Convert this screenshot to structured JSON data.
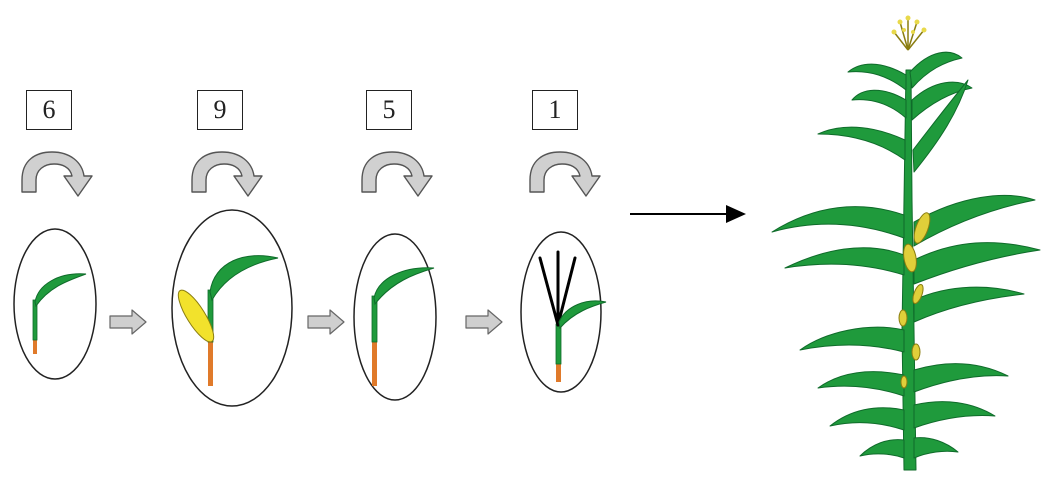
{
  "phytomer_counts": [
    {
      "count": "6"
    },
    {
      "count": "9"
    },
    {
      "count": "5"
    },
    {
      "count": "1"
    }
  ],
  "colors": {
    "leaf_green": "#1f9a3c",
    "leaf_dark": "#0f6b2a",
    "internode_orange": "#e07a2a",
    "ear_yellow": "#f2e22c",
    "tassel_black": "#000000",
    "arrow_gray": "#cfcfcf"
  },
  "icons": {
    "repeat": "curved-repeat-arrow-icon",
    "transition": "block-right-arrow-icon",
    "final": "long-right-arrow-icon",
    "plant": "maize-plant-illustration"
  }
}
